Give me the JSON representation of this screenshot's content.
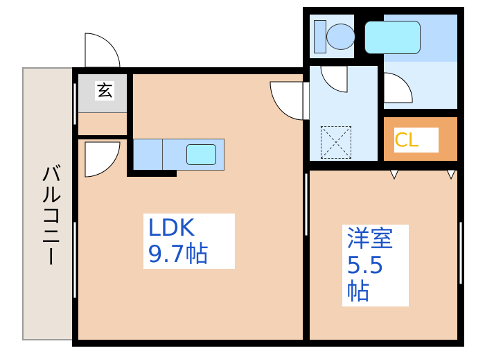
{
  "rooms": {
    "ldk": {
      "name": "LDK",
      "size": "9.7帖"
    },
    "western": {
      "name": "洋室",
      "size": "5.5帖"
    },
    "entrance": "玄",
    "closet": "CL",
    "balcony": "バルコニー"
  },
  "colors": {
    "floor": "#f3d2b5",
    "wet_area": "#dcefff",
    "closet": "#f0a868",
    "label_text": "#1d55c8",
    "closet_text": "#f5b800"
  }
}
